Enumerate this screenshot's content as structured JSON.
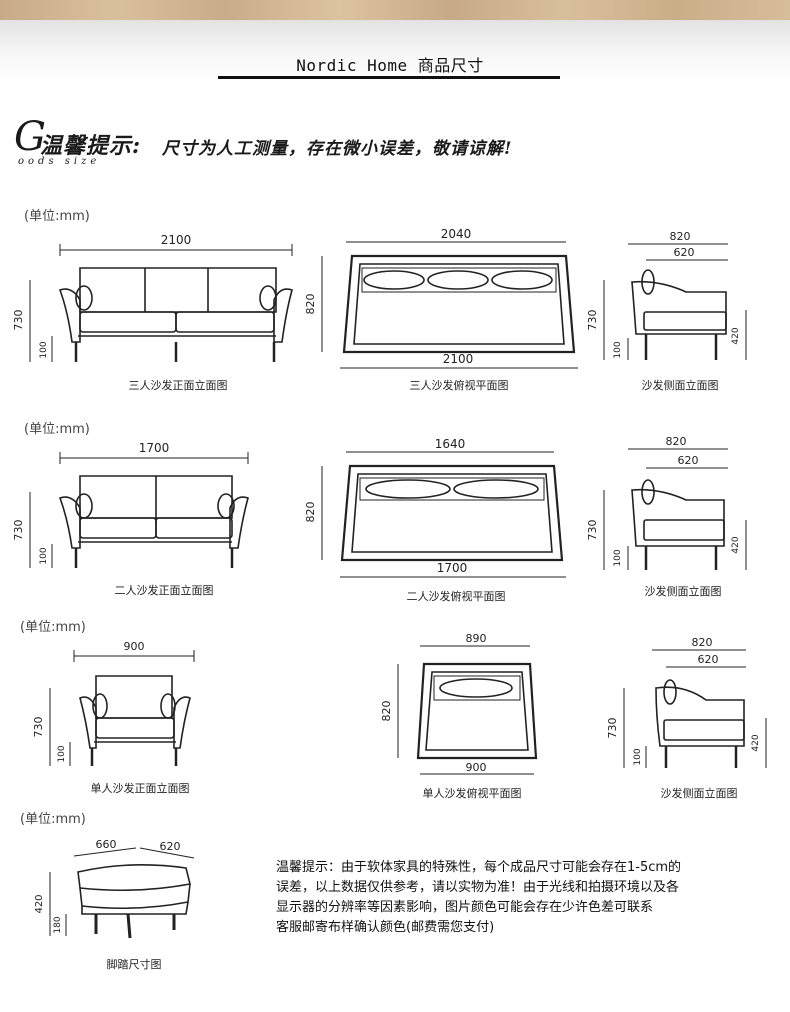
{
  "header": {
    "title": "Nordic Home 商品尺寸"
  },
  "banner": {
    "g": "G",
    "main": "温馨提示:",
    "sub": "尺寸为人工测量，存在微小误差，敬请谅解!",
    "goods": "oods size"
  },
  "units": {
    "row1": "(单位:mm)",
    "row2": "(单位:mm)",
    "row3": "(单位:mm)",
    "row4": "(单位:mm)"
  },
  "row1": {
    "front": {
      "width": "2100",
      "height": "730",
      "leg": "100",
      "caption": "三人沙发正面立面图"
    },
    "top": {
      "top_width": "2040",
      "bottom_width": "2100",
      "depth": "820",
      "caption": "三人沙发俯视平面图"
    },
    "side": {
      "depth": "820",
      "seat_depth": "620",
      "height": "730",
      "leg": "100",
      "seat_h": "420",
      "caption": "沙发侧面立面图"
    }
  },
  "row2": {
    "front": {
      "width": "1700",
      "height": "730",
      "leg": "100",
      "caption": "二人沙发正面立面图"
    },
    "top": {
      "top_width": "1640",
      "bottom_width": "1700",
      "depth": "820",
      "caption": "二人沙发俯视平面图"
    },
    "side": {
      "depth": "820",
      "seat_depth": "620",
      "height": "730",
      "leg": "100",
      "seat_h": "420",
      "caption": "沙发侧面立面图"
    }
  },
  "row3": {
    "front": {
      "width": "900",
      "height": "730",
      "leg": "100",
      "caption": "单人沙发正面立面图"
    },
    "top": {
      "top_width": "890",
      "bottom_width": "900",
      "depth": "820",
      "caption": "单人沙发俯视平面图"
    },
    "side": {
      "depth": "820",
      "seat_depth": "620",
      "height": "730",
      "leg": "100",
      "seat_h": "420",
      "caption": "沙发侧面立面图"
    }
  },
  "row4": {
    "ottoman": {
      "length": "660",
      "width": "620",
      "height": "420",
      "leg": "180",
      "caption": "脚踏尺寸图"
    }
  },
  "note": {
    "lines": [
      "温馨提示：由于软体家具的特殊性，每个成品尺寸可能会存在1-5cm的",
      "误差，以上数据仅供参考，请以实物为准！由于光线和拍摄环境以及各",
      "显示器的分辨率等因素影响，图片颜色可能会存在少许色差可联系",
      "客服邮寄布样确认颜色(邮费需您支付)"
    ]
  }
}
